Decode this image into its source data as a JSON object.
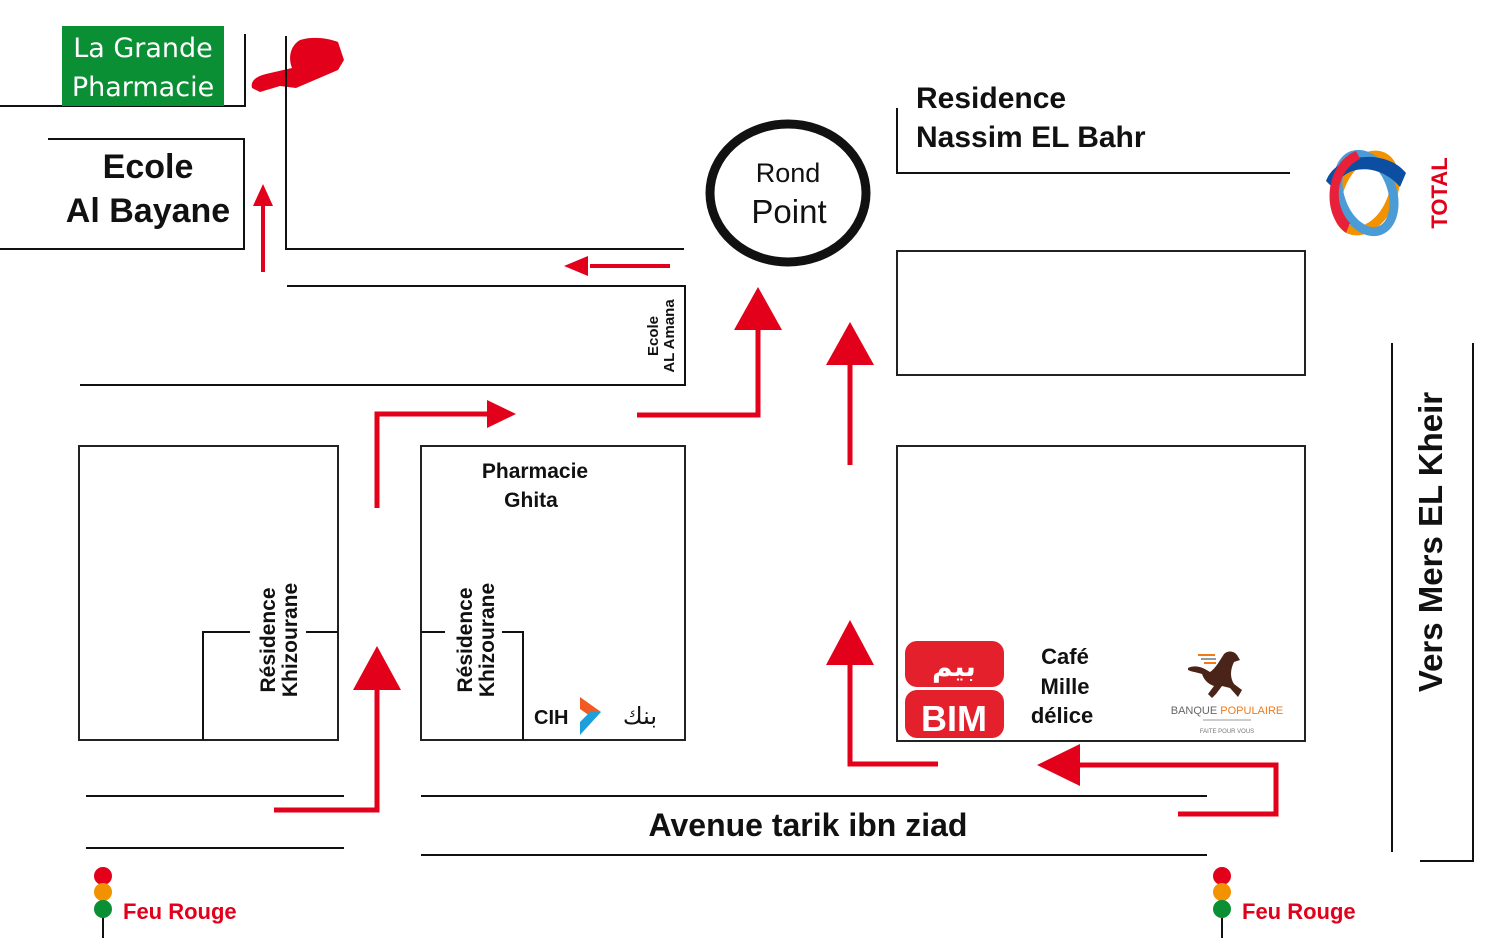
{
  "map": {
    "roundabout": {
      "line1": "Rond",
      "line2": "Point"
    },
    "landmarks": {
      "la_grande_pharmacie": {
        "line1": "La Grande",
        "line2": "Pharmacie",
        "color": "#0a8f35"
      },
      "ecole_al_bayane": {
        "line1": "Ecole",
        "line2": "Al Bayane"
      },
      "ecole_al_amana": {
        "line1": "Ecole",
        "line2": "AL Amana"
      },
      "residence_nassim": {
        "line1": "Residence",
        "line2": "Nassim EL Bahr"
      },
      "pharmacie_ghita": {
        "line1": "Pharmacie",
        "line2": "Ghita"
      },
      "residence_khizourane_left": {
        "line1": "Résidence",
        "line2": "Khizourane"
      },
      "residence_khizourane_right": {
        "line1": "Résidence",
        "line2": "Khizourane"
      },
      "cafe": {
        "line1": "Café",
        "line2": "Mille",
        "line3": "délice"
      }
    },
    "streets": {
      "avenue": "Avenue tarik ibn ziad",
      "vers_mers": "Vers Mers EL Kheir"
    },
    "logos": {
      "total": {
        "text": "TOTAL",
        "color": "#e2001a"
      },
      "bim": {
        "arabic": "بيم",
        "latin": "BIM",
        "color": "#e3202b"
      },
      "cih": {
        "latin": "CIH",
        "arabic": "بنك"
      },
      "banque_populaire": {
        "name_part1": "BANQUE ",
        "name_part2": "POPULAIRE",
        "tagline": "FAITE POUR VOUS",
        "brown": "#4a2418",
        "orange": "#f07a1a"
      }
    },
    "traffic_lights": [
      {
        "label": "Feu Rouge"
      },
      {
        "label": "Feu Rouge"
      }
    ],
    "colors": {
      "route": "#e2001a",
      "light_red": "#e2001a",
      "light_amber": "#f39200",
      "light_green": "#0a8f35"
    }
  }
}
